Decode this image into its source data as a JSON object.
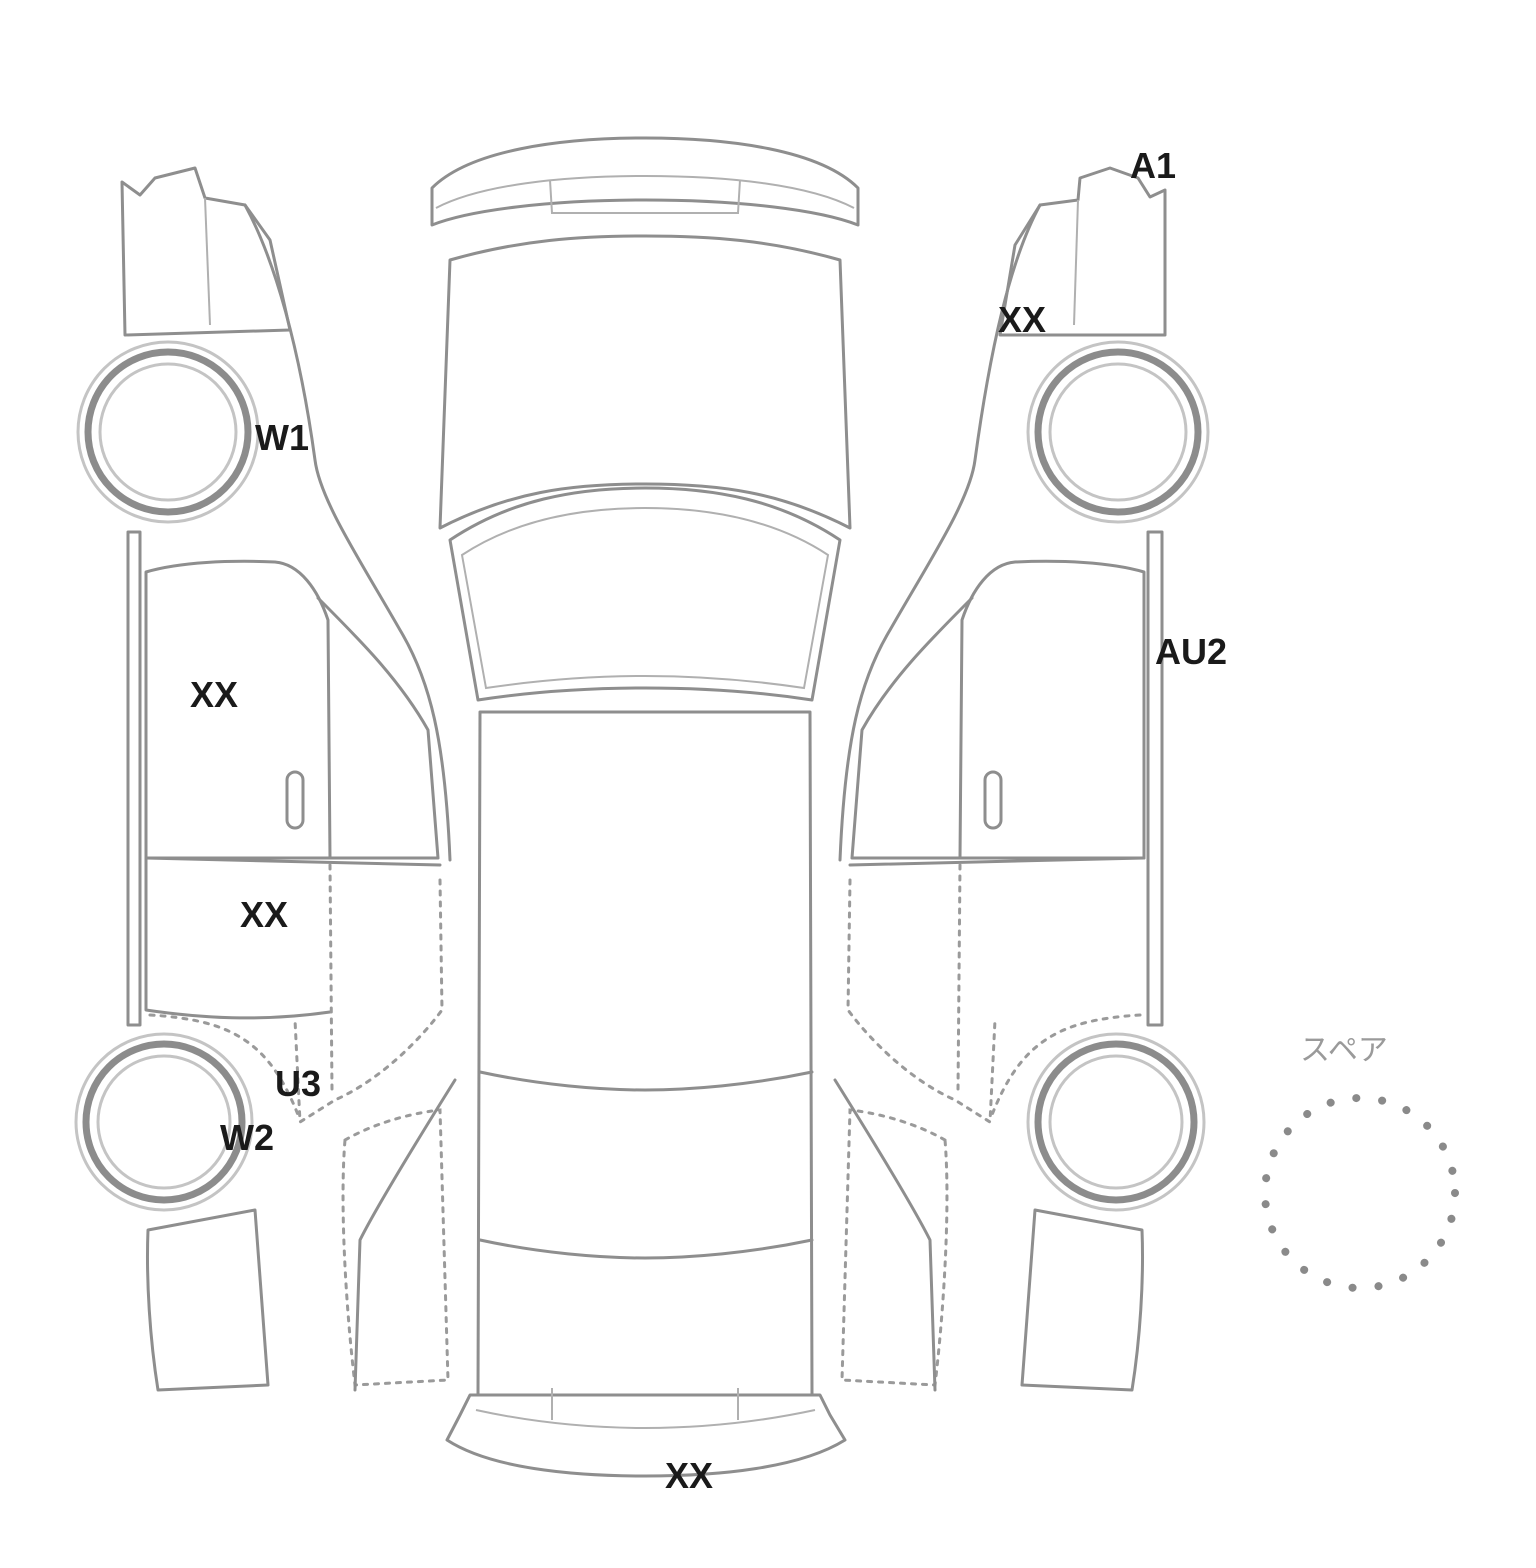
{
  "spare_label": "スペア",
  "markers": [
    {
      "id": "a1",
      "text": "A1"
    },
    {
      "id": "xx-right-front-fender",
      "text": "XX"
    },
    {
      "id": "w1",
      "text": "W1"
    },
    {
      "id": "xx-left-front-door",
      "text": "XX"
    },
    {
      "id": "au2",
      "text": "AU2"
    },
    {
      "id": "xx-left-rear-door",
      "text": "XX"
    },
    {
      "id": "u3",
      "text": "U3"
    },
    {
      "id": "w2",
      "text": "W2"
    },
    {
      "id": "xx-rear-bumper",
      "text": "XX"
    }
  ]
}
